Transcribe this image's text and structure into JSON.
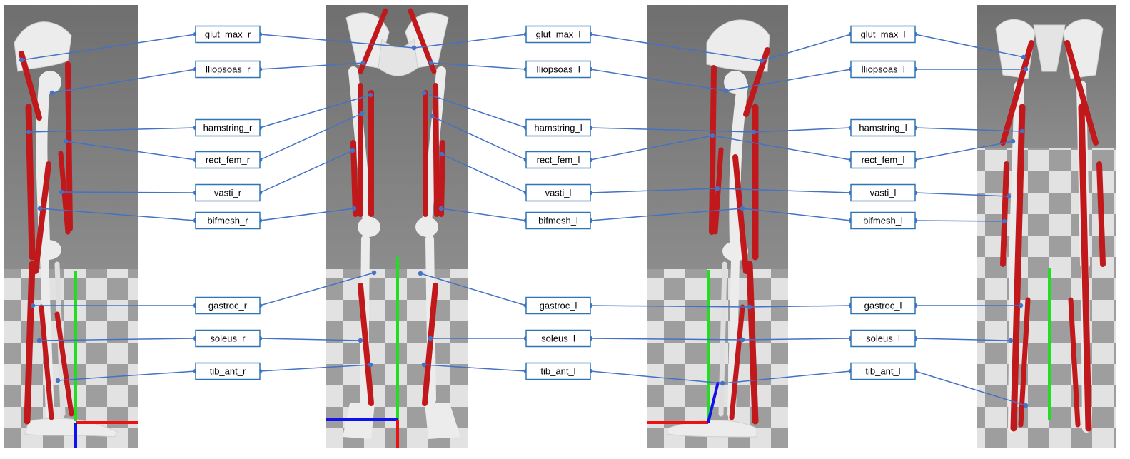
{
  "colors": {
    "leader": "#4472c4",
    "box_border": "#2e75b6",
    "muscle": "#c0181b",
    "bone": "#ececec",
    "y_axis": "#22dd22",
    "x_axis": "#ee1111",
    "z_axis": "#1111ee"
  },
  "panels": [
    {
      "view": "side-right"
    },
    {
      "view": "front"
    },
    {
      "view": "side-left"
    },
    {
      "view": "back"
    }
  ],
  "label_columns": [
    {
      "labels": [
        "glut_max_r",
        "Iliopsoas_r",
        "hamstring_r",
        "rect_fem_r",
        "vasti_r",
        "bifmesh_r",
        "gastroc_r",
        "soleus_r",
        "tib_ant_r"
      ]
    },
    {
      "labels": [
        "glut_max_l",
        "Iliopsoas_l",
        "hamstring_l",
        "rect_fem_l",
        "vasti_l",
        "bifmesh_l",
        "gastroc_l",
        "soleus_l",
        "tib_ant_l"
      ]
    },
    {
      "labels": [
        "glut_max_l",
        "Iliopsoas_l",
        "hamstring_l",
        "rect_fem_l",
        "vasti_l",
        "bifmesh_l",
        "gastroc_l",
        "soleus_l",
        "tib_ant_l"
      ]
    }
  ]
}
